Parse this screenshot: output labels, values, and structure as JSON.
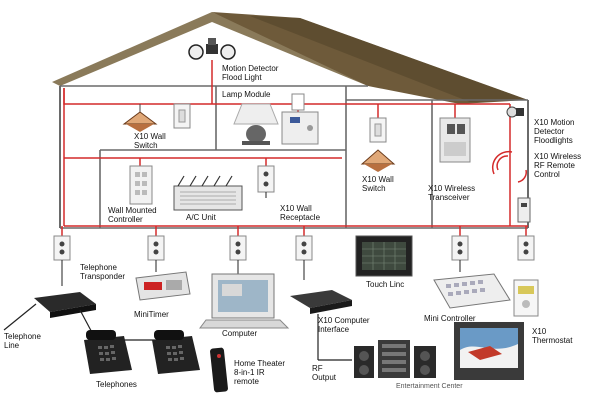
{
  "colors": {
    "wiring": "#d42a2a",
    "roof": "#6e5a3a",
    "house_outline": "#6a6a6a"
  },
  "labels": {
    "motion_detector_flood_light": [
      "Motion Detector",
      "Flood Light"
    ],
    "lamp_module": "Lamp Module",
    "x10_wall_switch_left": [
      "X10 Wall",
      "Switch"
    ],
    "x10_wall_switch_right": [
      "X10 Wall",
      "Switch"
    ],
    "x10_motion_detector_floodlights": [
      "X10 Motion",
      "Detector",
      "Floodlights"
    ],
    "x10_wireless_rf_remote_control": [
      "X10 Wireless",
      "RF Remote",
      "Control"
    ],
    "wall_mounted_controller": [
      "Wall Mounted",
      "Controller"
    ],
    "ac_unit": "A/C Unit",
    "x10_wall_receptacle": [
      "X10 Wall",
      "Receptacle"
    ],
    "x10_wireless_transceiver": [
      "X10 Wireless",
      "Transceiver"
    ],
    "telephone_transponder": [
      "Telephone",
      "Transponder"
    ],
    "minitimer": "MiniTimer",
    "touch_linc": "Touch Linc",
    "computer": "Computer",
    "x10_computer_interface": [
      "X10 Computer",
      "Interface"
    ],
    "mini_controller": "Mini Controller",
    "x10_thermostat": [
      "X10",
      "Thermostat"
    ],
    "telephone_line": [
      "Telephone",
      "Line"
    ],
    "telephones": "Telephones",
    "home_theater_remote": [
      "Home Theater",
      "8-in-1 IR",
      "remote"
    ],
    "rf_output": [
      "RF",
      "Output"
    ],
    "entertainment_center": "Entertainment Center"
  },
  "icons": [
    "motion-detector-floodlight-icon",
    "lamp-icon",
    "lamp-module-icon",
    "wall-switch-icon",
    "ceiling-lamp-icon",
    "wall-controller-icon",
    "ac-unit-icon",
    "wall-receptacle-icon",
    "wireless-transceiver-icon",
    "rf-remote-icon",
    "outlet-icon",
    "telephone-transponder-icon",
    "minitimer-icon",
    "touch-linc-icon",
    "computer-icon",
    "computer-interface-icon",
    "mini-controller-icon",
    "thermostat-icon",
    "telephone-icon",
    "ir-remote-icon",
    "stereo-icon",
    "tv-icon"
  ]
}
